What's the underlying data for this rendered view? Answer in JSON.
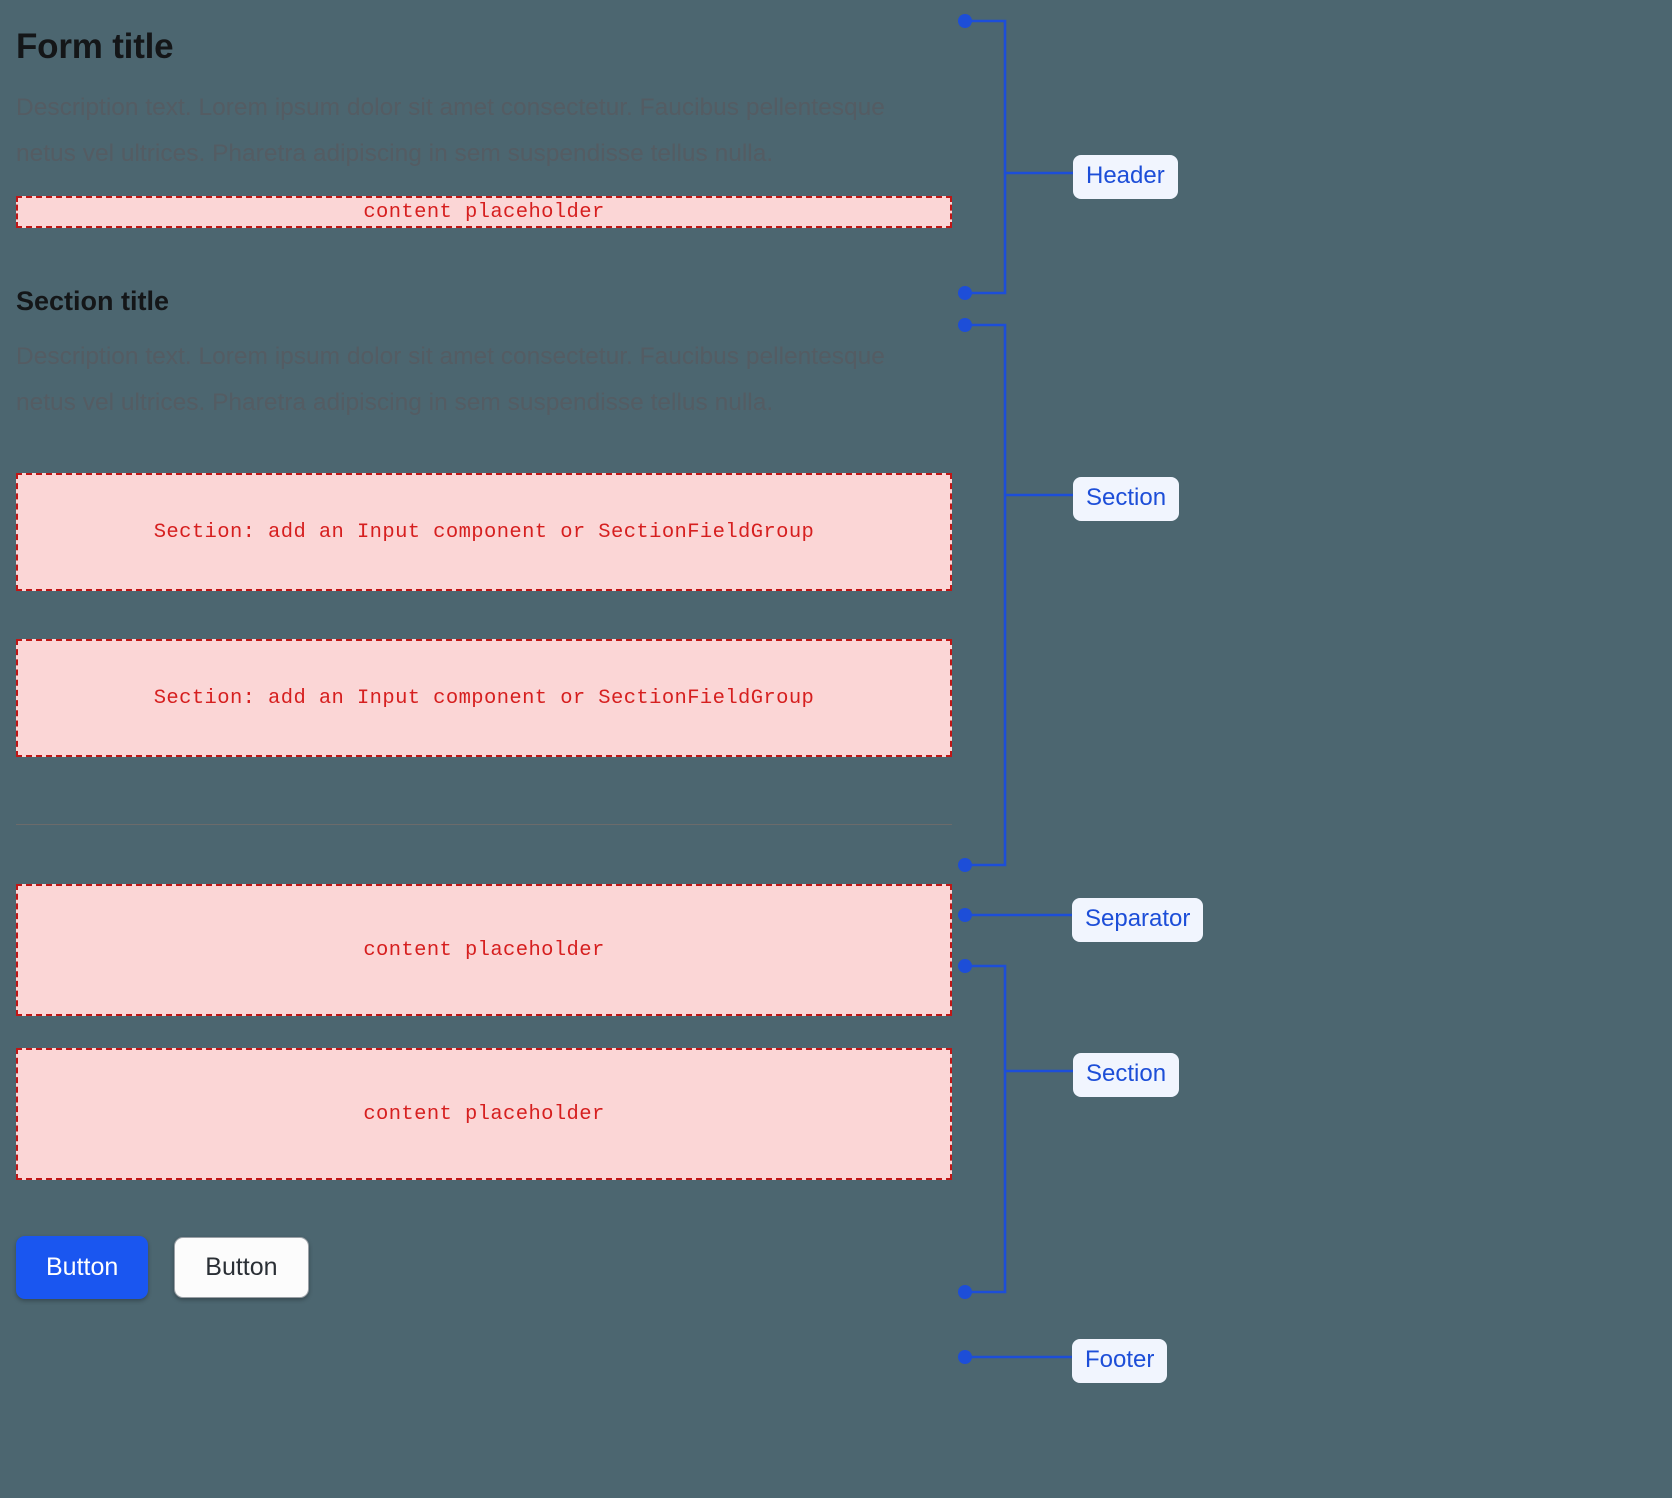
{
  "page": {
    "background_color": "#4c6670",
    "accent_blue": "#1d4ed8",
    "placeholder_red": "#d61f1f",
    "placeholder_fill": "#fbd6d6"
  },
  "header": {
    "title": "Form title",
    "description": "Description text. Lorem ipsum dolor sit amet consectetur. Faucibus pellentesque netus vel ultrices. Pharetra adipiscing in sem suspendisse tellus nulla.",
    "placeholder": "content placeholder"
  },
  "section_one": {
    "title": "Section title",
    "description": "Description text. Lorem ipsum dolor sit amet consectetur. Faucibus pellentesque netus vel ultrices. Pharetra adipiscing in sem suspendisse tellus nulla.",
    "placeholders": [
      "Section: add an Input component or SectionFieldGroup",
      "Section: add an Input component or SectionFieldGroup"
    ]
  },
  "section_two": {
    "placeholders": [
      "content placeholder",
      "content placeholder"
    ]
  },
  "footer": {
    "buttons": [
      {
        "label": "Button",
        "variant": "primary"
      },
      {
        "label": "Button",
        "variant": "secondary"
      }
    ]
  },
  "annotations": [
    {
      "label": "Header"
    },
    {
      "label": "Section"
    },
    {
      "label": "Separator"
    },
    {
      "label": "Section"
    },
    {
      "label": "Footer"
    }
  ]
}
